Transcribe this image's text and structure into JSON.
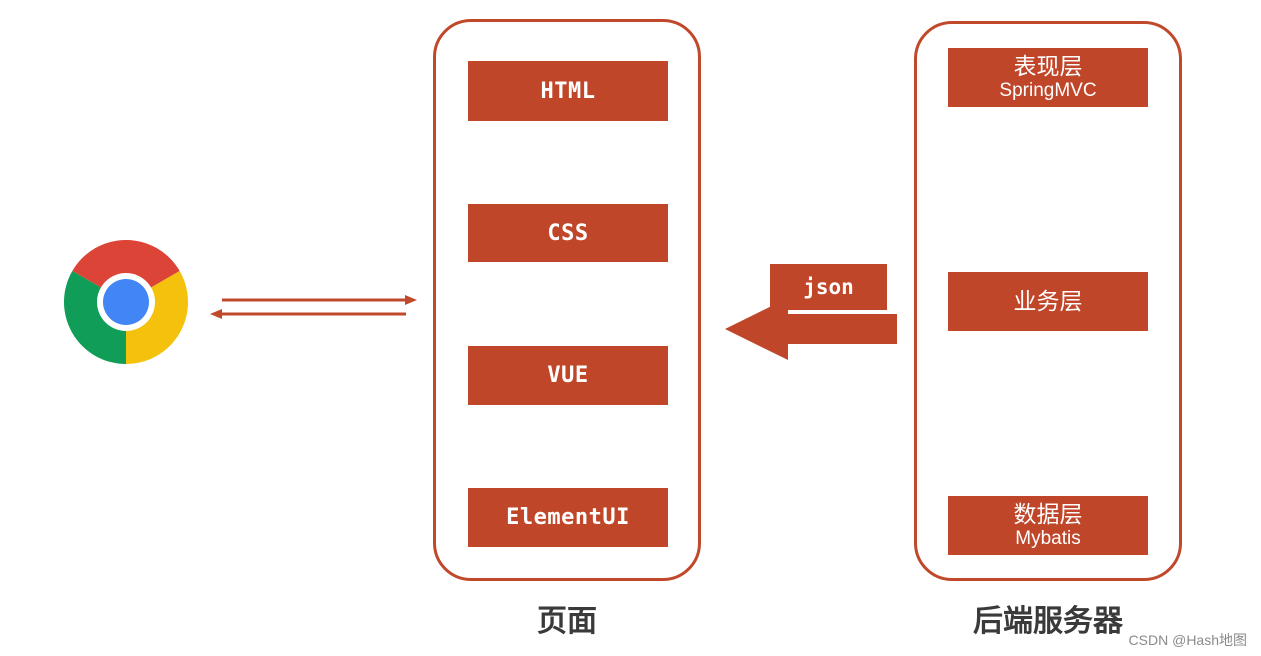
{
  "page_panel": {
    "blocks": [
      "HTML",
      "CSS",
      "VUE",
      "ElementUI"
    ],
    "caption": "页面"
  },
  "server_panel": {
    "layers": [
      {
        "title": "表现层",
        "subtitle": "SpringMVC"
      },
      {
        "title": "业务层",
        "subtitle": ""
      },
      {
        "title": "数据层",
        "subtitle": "Mybatis"
      }
    ],
    "caption": "后端服务器"
  },
  "json_label": "json",
  "watermark": "CSDN @Hash地图",
  "colors": {
    "accent": "#c0462a",
    "border": "#c0492b",
    "caption": "#3a3a3a"
  },
  "icons": {
    "browser": "chrome-icon"
  }
}
